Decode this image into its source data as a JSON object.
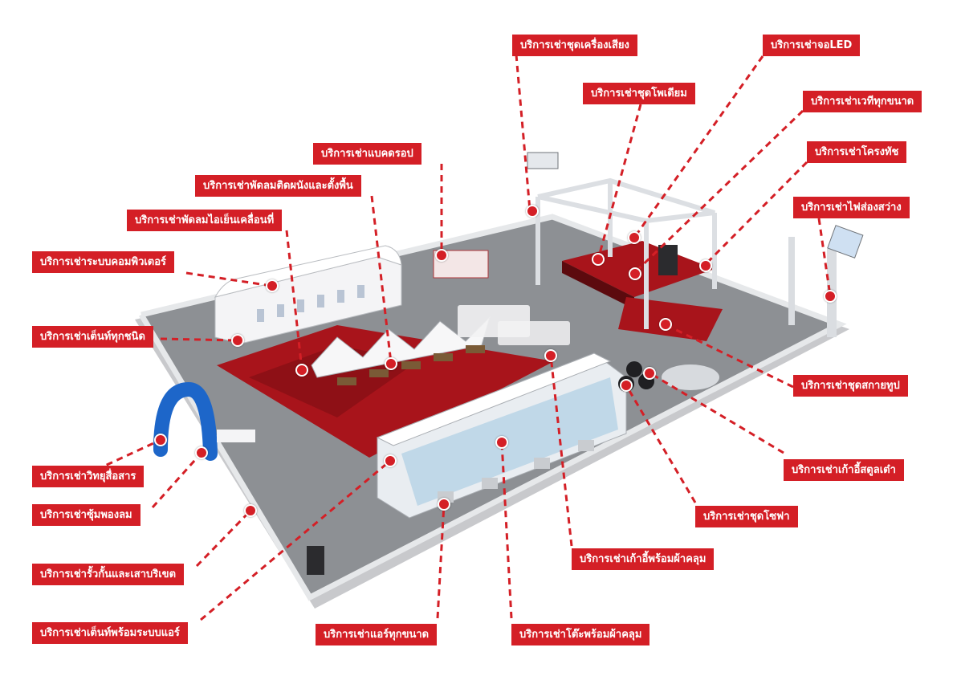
{
  "colors": {
    "accent": "#d41f26",
    "floor": "#8d9094",
    "carpet": "#a8141b",
    "tent": "#f4f4f6",
    "fence": "#e2e4e7"
  },
  "services": {
    "sound": "บริการเช่าชุดเครื่องเสียง",
    "led": "บริการเช่าจอLED",
    "podium": "บริการเช่าชุดโพเดียม",
    "stage": "บริการเช่าเวทีทุกขนาด",
    "backdrop": "บริการเช่าแบคดรอป",
    "truss": "บริการเช่าโครงทัช",
    "wall_fan": "บริการเช่าพัดลมติดผนังและตั้งพื้น",
    "lighting": "บริการเช่าไฟส่องสว่าง",
    "cooler_fan": "บริการเช่าพัดลมไอเย็นเคลื่อนที่",
    "computer": "บริการเช่าระบบคอมพิวเตอร์",
    "tent_all": "บริการเช่าเต็นท์ทุกชนิด",
    "skytube": "บริการเช่าชุดสกายทูป",
    "stool": "บริการเช่าเก้าอี้สตูลเต๋า",
    "radio": "บริการเช่าวิทยุสื่อสาร",
    "arch": "บริการเช่าซุ้มพองลม",
    "sofa": "บริการเช่าชุดโซฟา",
    "chair_cover": "บริการเช่าเก้าอี้พร้อมผ้าคลุม",
    "fence": "บริการเช่ารั้วกั้นและเสาบริเขต",
    "tent_air": "บริการเช่าเต็นท์พร้อมระบบแอร์",
    "aircon": "บริการเช่าแอร์ทุกขนาด",
    "table_cover": "บริการเช่าโต๊ะพร้อมผ้าคลุม"
  }
}
